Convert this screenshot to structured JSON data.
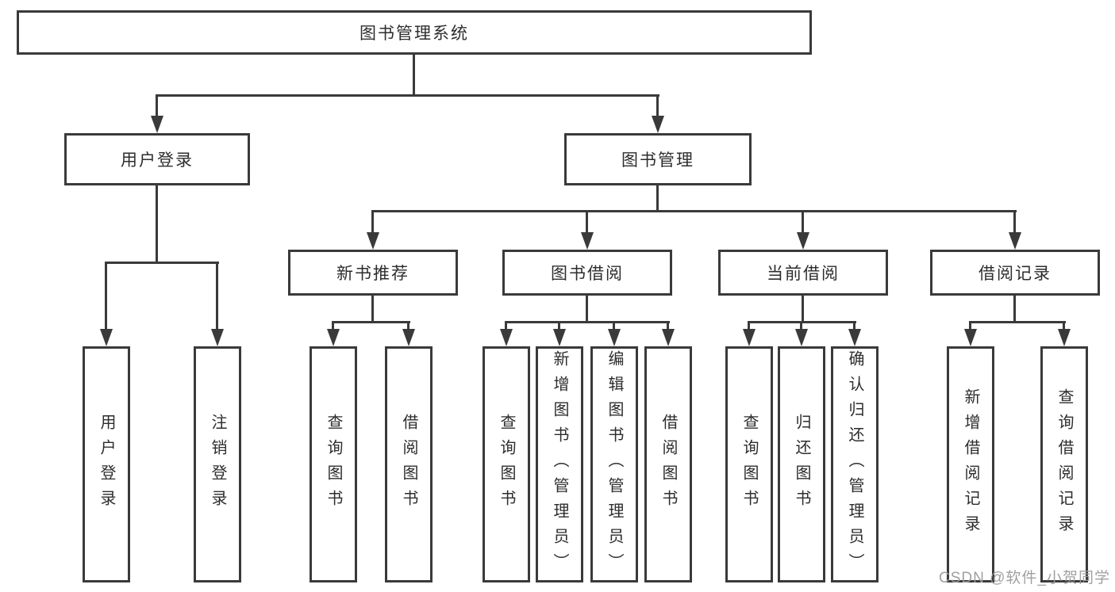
{
  "tree": {
    "root": {
      "label": "图书管理系统",
      "children": [
        {
          "label": "用户登录",
          "children": [
            {
              "label": "用户登录"
            },
            {
              "label": "注销登录"
            }
          ]
        },
        {
          "label": "图书管理",
          "children": [
            {
              "label": "新书推荐",
              "children": [
                {
                  "label": "查询图书"
                },
                {
                  "label": "借阅图书"
                }
              ]
            },
            {
              "label": "图书借阅",
              "children": [
                {
                  "label": "查询图书"
                },
                {
                  "label": "新增图书（管理员）"
                },
                {
                  "label": "编辑图书（管理员）"
                },
                {
                  "label": "借阅图书"
                }
              ]
            },
            {
              "label": "当前借阅",
              "children": [
                {
                  "label": "查询图书"
                },
                {
                  "label": "归还图书"
                },
                {
                  "label": "确认归还（管理员）"
                }
              ]
            },
            {
              "label": "借阅记录",
              "children": [
                {
                  "label": "新增借阅记录"
                },
                {
                  "label": "查询借阅记录"
                }
              ]
            }
          ]
        }
      ]
    }
  },
  "watermark": {
    "text": "CSDN @软件_小贺同学"
  },
  "colors": {
    "line": "#3a3a3a",
    "text": "#2d2d2d",
    "box_fill": "#ffffff",
    "background": "#ffffff",
    "watermark": "#9b9b9b"
  }
}
